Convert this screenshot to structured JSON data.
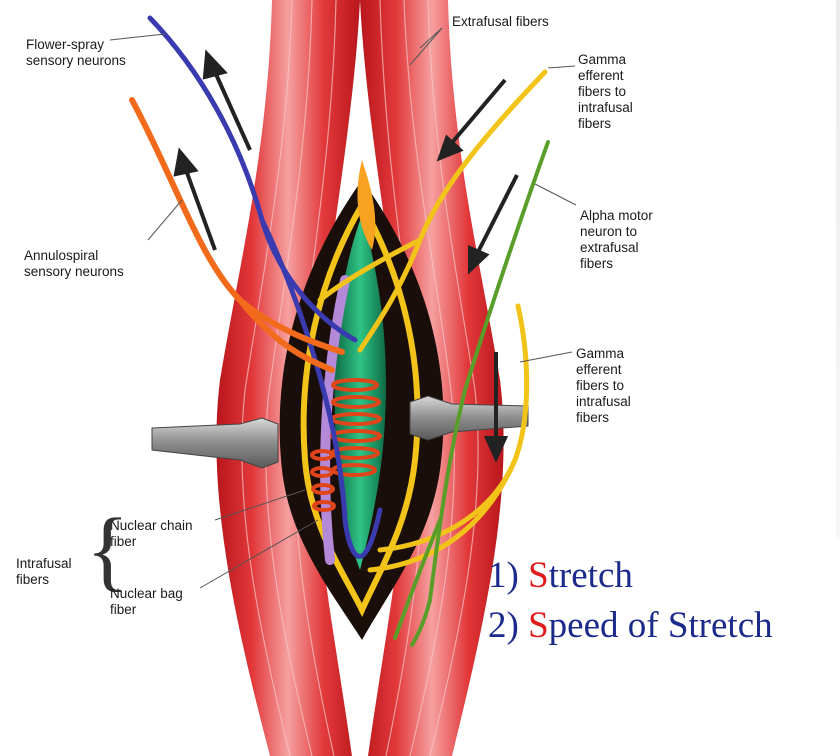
{
  "labels": {
    "extrafusal": "Extrafusal fibers",
    "flower_spray": "Flower-spray\nsensory neurons",
    "gamma_top": "Gamma\nefferent\nfibers to\nintrafusal\nfibers",
    "alpha": "Alpha motor\nneuron to\nextrafusal\nfibers",
    "annulospiral": "Annulospiral\nsensory neurons",
    "gamma_bottom": "Gamma\nefferent\nfibers to\nintrafusal\nfibers",
    "nuclear_chain": "Nuclear chain\nfiber",
    "intrafusal": "Intrafusal\nfibers",
    "nuclear_bag": "Nuclear bag\nfiber"
  },
  "points": [
    {
      "num": "1) ",
      "initial": "S",
      "rest": "tretch"
    },
    {
      "num": "2) ",
      "initial": "S",
      "rest": "peed of Stretch"
    }
  ],
  "colors": {
    "muscle": "#d8262b",
    "muscle_light": "#f08a8a",
    "sensory_blue": "#3b3bb0",
    "sensory_orange": "#f26b1d",
    "gamma_yellow": "#f2c318",
    "alpha_green": "#5a9e2a",
    "spindle_green": "#1f9a63",
    "point_text": "#1c2a8c",
    "initial_red": "#e01c1c"
  }
}
